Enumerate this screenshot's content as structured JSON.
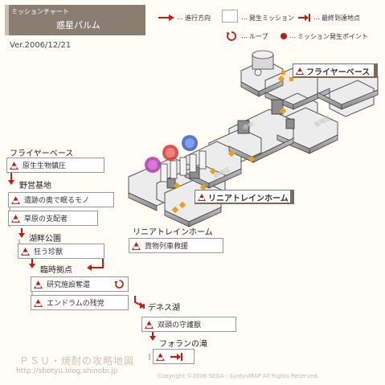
{
  "header": {
    "subtitle": "ミッションチャート",
    "title": "惑星パルム",
    "version": "Ver.2006/12/21"
  },
  "legend": {
    "direction": "進行方向",
    "mission_start": "発生ミッション",
    "final_point": "最終到達地点",
    "loop": "ループ",
    "mission_point": "ミッション発生ポイント",
    "dots": "…"
  },
  "map_labels": {
    "flyer_base": "フライヤーベース",
    "linear_home": "リニアトレインホーム",
    "small_1": "中央",
    "small_2": "東地区",
    "small_3": "西地区"
  },
  "flowchart": {
    "area_flyer_base": "フライヤーベース",
    "m_genseiseibutsu": "原生生物鎮圧",
    "area_yaei": "野営基地",
    "m_iseki": "遺跡の奥で眠るモノ",
    "m_sougen": "草原の支配者",
    "area_kohan": "湖畔公園",
    "m_kuruu": "狂う珍獣",
    "area_rinji": "臨時拠点",
    "m_kenkyu": "研究施設奪還",
    "m_endoram": "エンドラムの残党",
    "area_linear": "リニアトレインホーム",
    "m_kamotsu": "貨物列車救援",
    "area_denesu": "デネス湖",
    "m_soutou": "双頭の守護獣",
    "area_foran": "フォランの滝"
  },
  "footer": {
    "site_title": "ＰＳＵ・焼酎の攻略地図",
    "url": "http://shotyu.blog.shinobi.jp",
    "copyright": "Copyright ©2006 SEGA・SyotyuMAP All Rights Reserved."
  },
  "colors": {
    "accent_red": "#c41a12",
    "title_bg": "#8a7e73",
    "map_floor": "#e8e8e8",
    "map_wall": "#9a9a9a",
    "marker_orange": "#e8a020"
  }
}
